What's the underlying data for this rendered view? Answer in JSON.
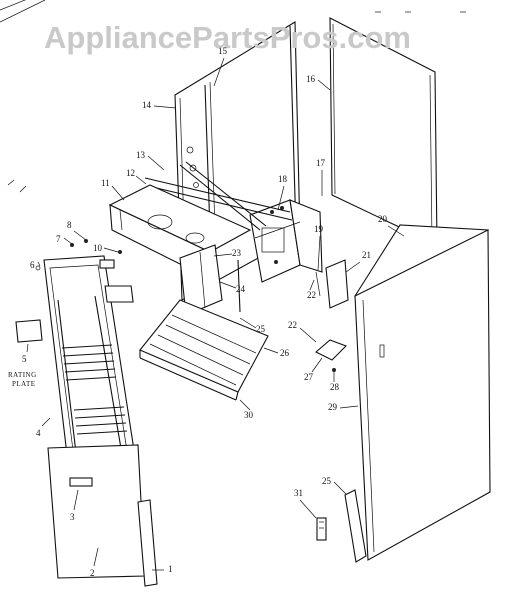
{
  "watermark": "AppliancePartsPros.com",
  "rating_plate_label": [
    "RATING",
    "PLATE"
  ],
  "callouts": {
    "c1": "1",
    "c2": "2",
    "c3": "3",
    "c4": "4",
    "c5": "5",
    "c6": "6",
    "c7": "7",
    "c8": "8",
    "c10": "10",
    "c11": "11",
    "c12": "12",
    "c13": "13",
    "c14": "14",
    "c15": "15",
    "c16": "16",
    "c17": "17",
    "c18": "18",
    "c19": "19",
    "c20": "20",
    "c21": "21",
    "c22a": "22",
    "c22b": "22",
    "c23": "23",
    "c24": "24",
    "c25a": "25",
    "c25b": "25",
    "c26": "26",
    "c27": "27",
    "c28": "28",
    "c29": "29",
    "c30": "30",
    "c31": "31"
  }
}
